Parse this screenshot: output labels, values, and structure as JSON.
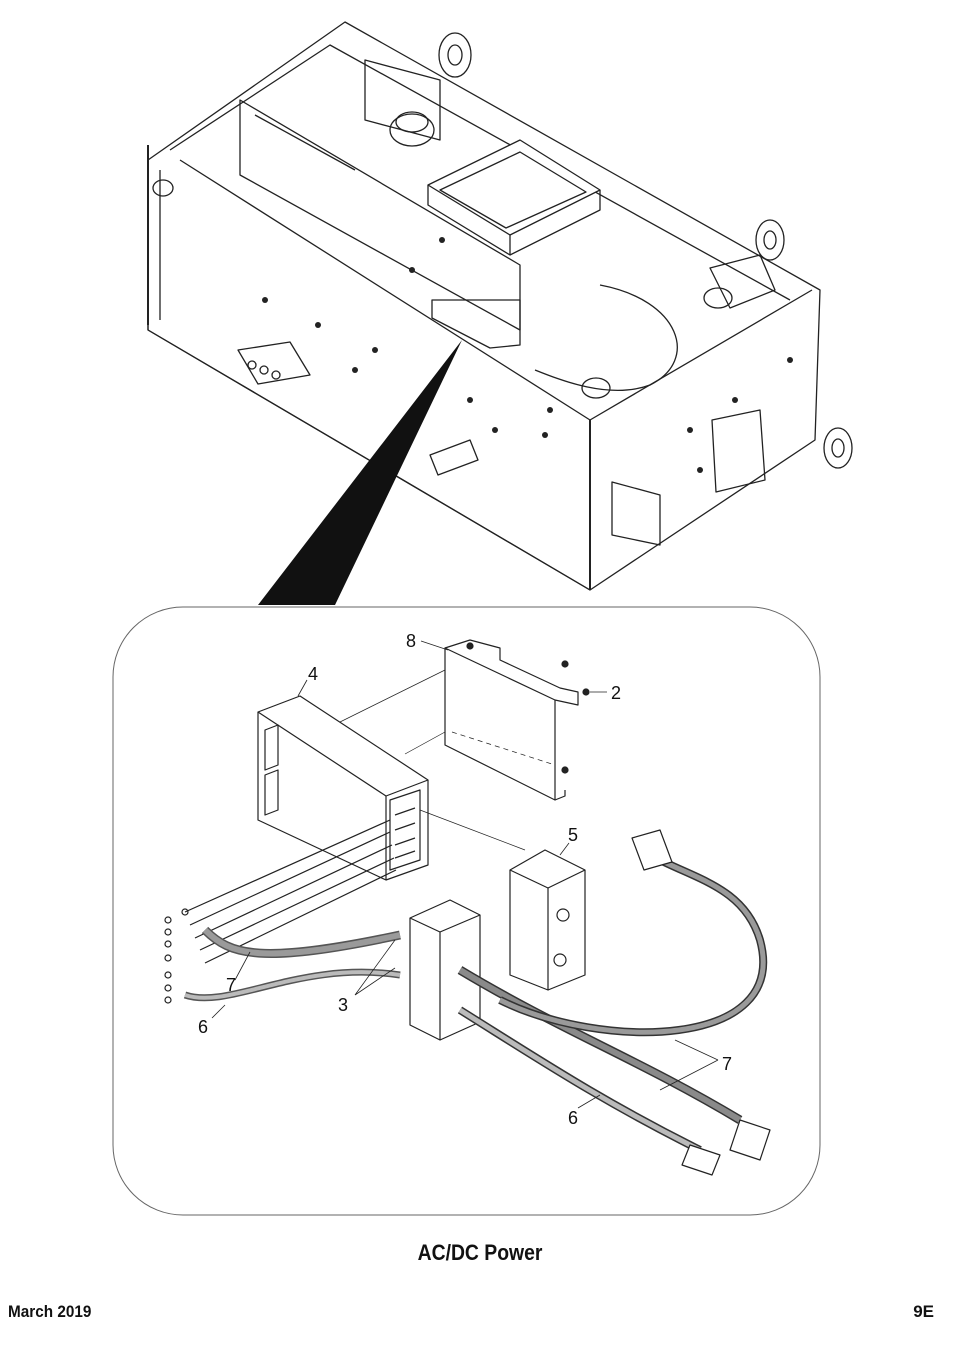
{
  "figure": {
    "caption": "AC/DC Power",
    "callouts": [
      {
        "id": "c8",
        "text": "8"
      },
      {
        "id": "c4",
        "text": "4"
      },
      {
        "id": "c2",
        "text": "2"
      },
      {
        "id": "c5",
        "text": "5"
      },
      {
        "id": "c7a",
        "text": "7"
      },
      {
        "id": "c3",
        "text": "3"
      },
      {
        "id": "c6a",
        "text": "6"
      },
      {
        "id": "c7b",
        "text": "7"
      },
      {
        "id": "c6b",
        "text": "6"
      }
    ]
  },
  "footer": {
    "date": "March 2019",
    "page": "9E"
  },
  "colors": {
    "line": "#222222",
    "cable_fill": "#9a9a9a",
    "panel_border": "#555555"
  }
}
